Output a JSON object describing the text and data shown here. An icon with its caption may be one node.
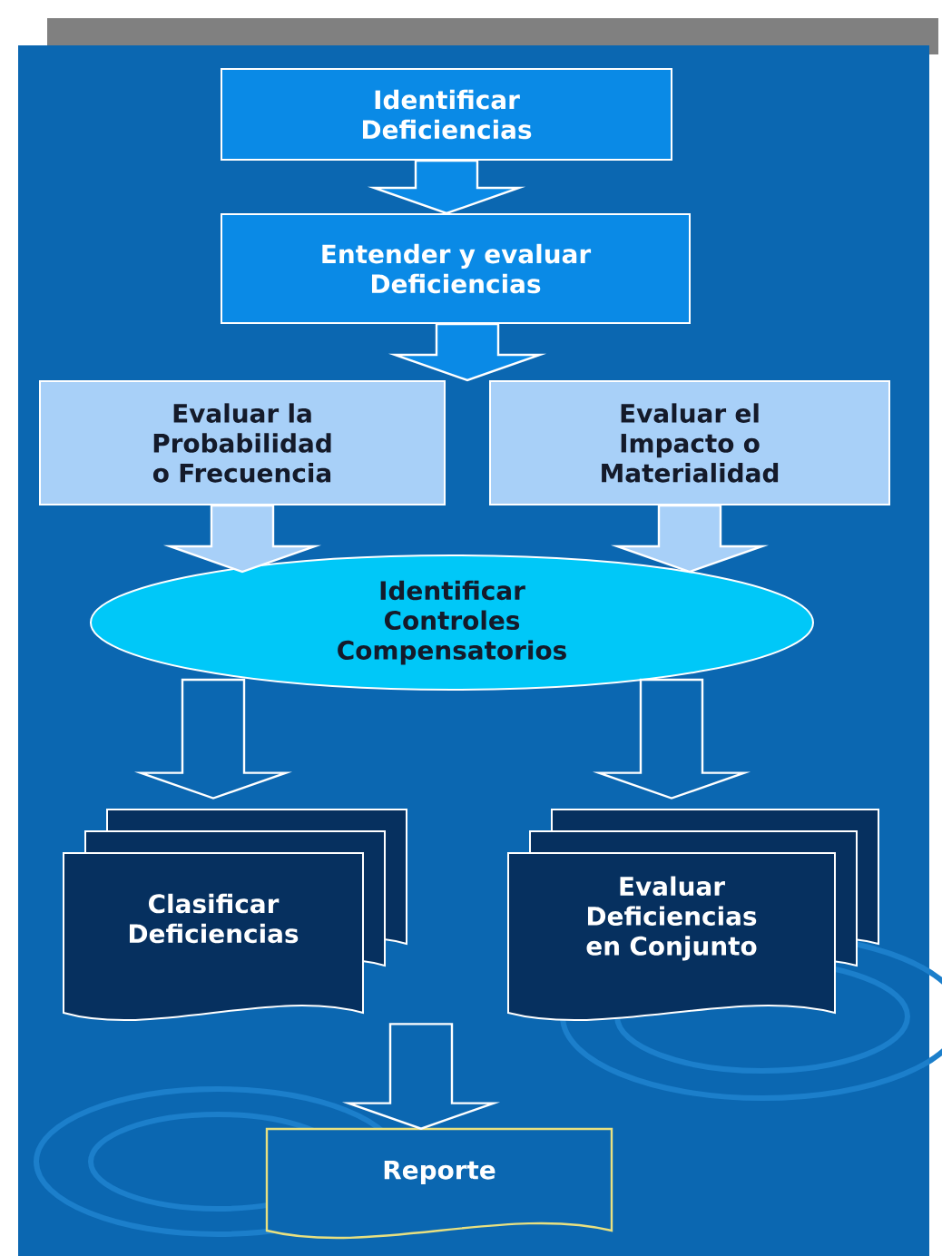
{
  "diagram": {
    "nodes": [
      {
        "text": [
          "Identificar Deficiencias"
        ]
      },
      {
        "text": [
          "Entender y evaluar Deficiencias"
        ]
      },
      {
        "text": [
          "Evaluar la Probabilidad o Frecuencia"
        ]
      },
      {
        "text": [
          "Evaluar el Impacto o Materialidad"
        ]
      },
      {
        "text": [
          "Identificar Controles Compensatorios"
        ]
      },
      {
        "text": [
          "Clasificar Deficiencias"
        ]
      },
      {
        "text": [
          "Evaluar Deficiencias en Conjunto"
        ]
      },
      {
        "text": [
          "Reporte"
        ]
      }
    ],
    "edges": [
      {
        "from": 0,
        "to": 1,
        "arrow": "to"
      },
      {
        "from": 1,
        "to": 2,
        "arrow": "to"
      },
      {
        "from": 1,
        "to": 3,
        "arrow": "to"
      },
      {
        "from": 2,
        "to": 4,
        "arrow": "to"
      },
      {
        "from": 3,
        "to": 4,
        "arrow": "to"
      },
      {
        "from": 4,
        "to": 5,
        "arrow": "to"
      },
      {
        "from": 4,
        "to": 6,
        "arrow": "to"
      },
      {
        "from": 5,
        "to": 7,
        "arrow": "to"
      },
      {
        "from": 6,
        "to": 7,
        "arrow": "to"
      }
    ]
  }
}
